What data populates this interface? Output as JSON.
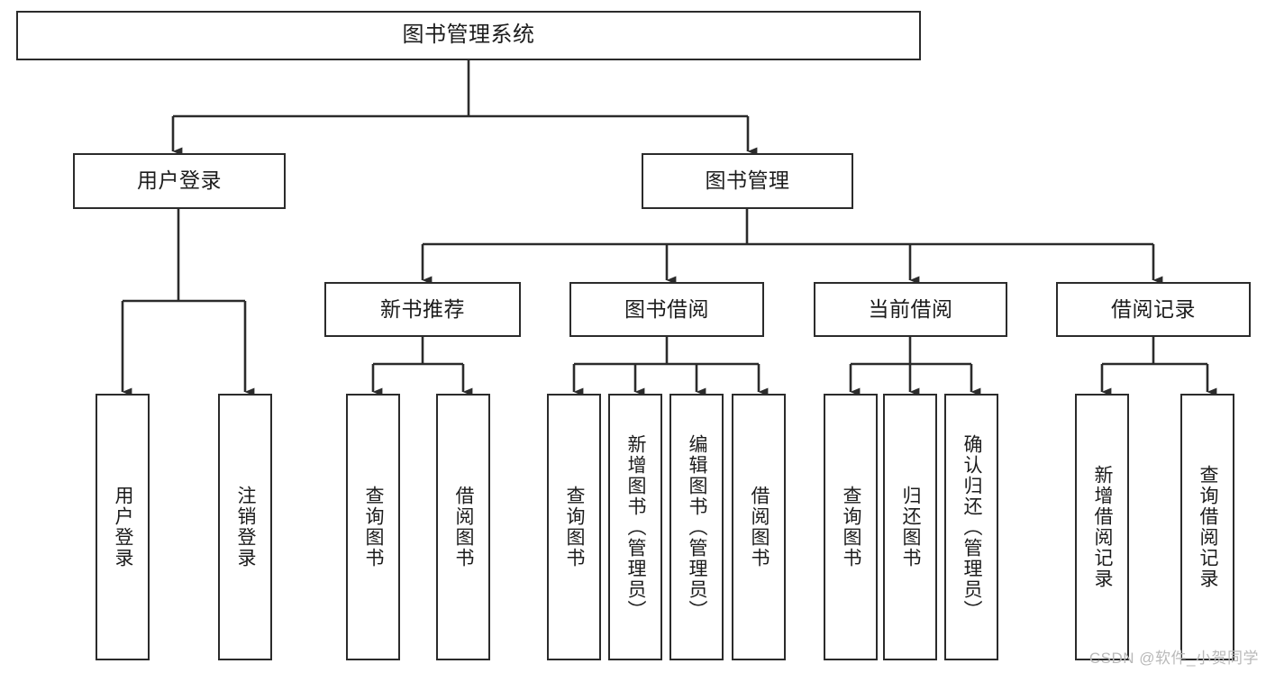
{
  "diagram": {
    "type": "hierarchy-tree",
    "title": "图书管理系统",
    "watermark": "CSDN @软件_小贺同学",
    "colors": {
      "box_border": "#2b2b2b",
      "box_fill": "#ffffff",
      "line": "#2b2b2b",
      "text": "#1c1c1c",
      "watermark": "#b9b9b9",
      "background": "#ffffff"
    },
    "levels": {
      "root": "图书管理系统",
      "level2": [
        "用户登录",
        "图书管理"
      ],
      "level3": [
        "新书推荐",
        "图书借阅",
        "当前借阅",
        "借阅记录"
      ]
    },
    "nodes": {
      "root": {
        "label": "图书管理系统"
      },
      "user_login": {
        "label": "用户登录"
      },
      "book_manage": {
        "label": "图书管理"
      },
      "new_book_rec": {
        "label": "新书推荐"
      },
      "book_borrow": {
        "label": "图书借阅"
      },
      "current_borrow": {
        "label": "当前借阅"
      },
      "borrow_record": {
        "label": "借阅记录"
      }
    },
    "leaves": {
      "user_login": [
        {
          "label": "用户登录"
        },
        {
          "label": "注销登录"
        }
      ],
      "new_book_rec": [
        {
          "label": "查询图书"
        },
        {
          "label": "借阅图书"
        }
      ],
      "book_borrow": [
        {
          "label": "查询图书"
        },
        {
          "label": "新增图书（管理员）"
        },
        {
          "label": "编辑图书（管理员）"
        },
        {
          "label": "借阅图书"
        }
      ],
      "current_borrow": [
        {
          "label": "查询图书"
        },
        {
          "label": "归还图书"
        },
        {
          "label": "确认归还（管理员）"
        }
      ],
      "borrow_record": [
        {
          "label": "新增借阅记录"
        },
        {
          "label": "查询借阅记录"
        }
      ]
    }
  }
}
